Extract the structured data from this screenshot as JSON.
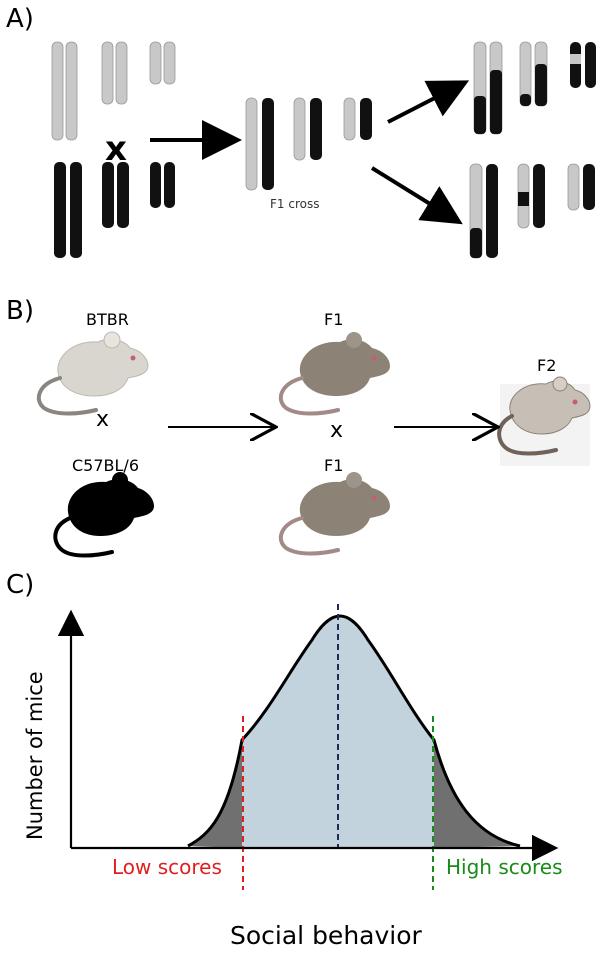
{
  "panels": {
    "a": {
      "label": "A)",
      "cross_symbol": "x",
      "f1_caption": "F1 cross",
      "colors": {
        "parent_light": "#c8c8c8",
        "parent_dark": "#111111"
      }
    },
    "b": {
      "label": "B)",
      "parent1": "BTBR",
      "parent2": "C57BL/6",
      "f1_top": "F1",
      "f1_bottom": "F1",
      "f2": "F2",
      "cross_symbol": "x",
      "colors": {
        "btbr": "#d9d6d0",
        "c57": "#000000",
        "f1": "#8c8276",
        "f2": "#c7bfb6"
      }
    },
    "c": {
      "label": "C)",
      "y_axis_label": "Number of mice",
      "x_axis_label": "Social behavior",
      "low_label": "Low scores",
      "high_label": "High scores",
      "colors": {
        "low": "#e02020",
        "high": "#1a8a1a",
        "mean": "#1f2a55",
        "fill": "#c3d3de",
        "tail": "#707070"
      }
    }
  }
}
